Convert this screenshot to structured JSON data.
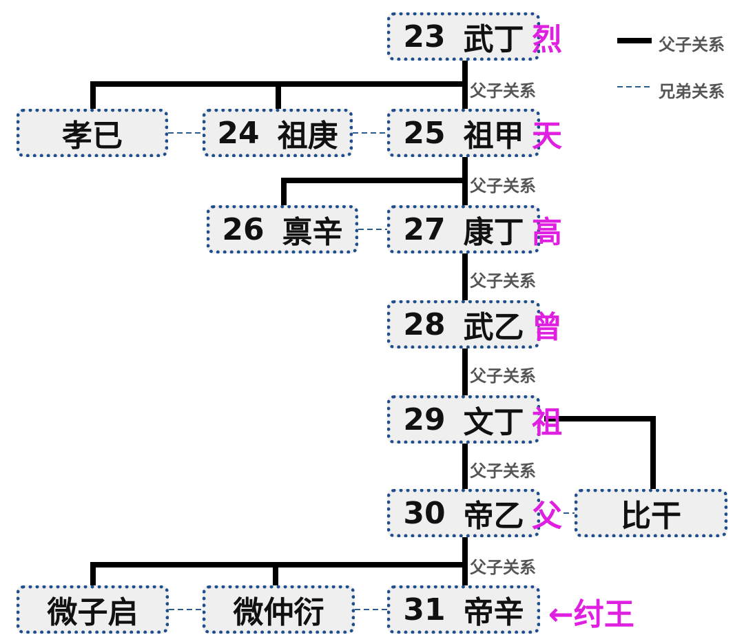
{
  "accent_color": "#e020e0",
  "box_border_color": "#1f4e8c",
  "legend": {
    "father_son": "父子关系",
    "brothers": "兄弟关系"
  },
  "relation_label": "父子关系",
  "nodes": {
    "wuding": {
      "num": "23",
      "name": "武丁",
      "tag": "烈"
    },
    "xiaoyi": {
      "name": "孝已"
    },
    "zugeng": {
      "num": "24",
      "name": "祖庚"
    },
    "zujia": {
      "num": "25",
      "name": "祖甲",
      "tag": "天"
    },
    "linxin": {
      "num": "26",
      "name": "禀辛"
    },
    "kangding": {
      "num": "27",
      "name": "康丁",
      "tag": "高"
    },
    "wuyi": {
      "num": "28",
      "name": "武乙",
      "tag": "曾"
    },
    "wending": {
      "num": "29",
      "name": "文丁",
      "tag": "祖"
    },
    "diyi": {
      "num": "30",
      "name": "帝乙",
      "tag": "父"
    },
    "bigan": {
      "name": "比干"
    },
    "weiziqi": {
      "name": "微子启"
    },
    "weizhongyan": {
      "name": "微仲衍"
    },
    "dixin": {
      "num": "31",
      "name": "帝辛"
    }
  },
  "callout": "←纣王"
}
